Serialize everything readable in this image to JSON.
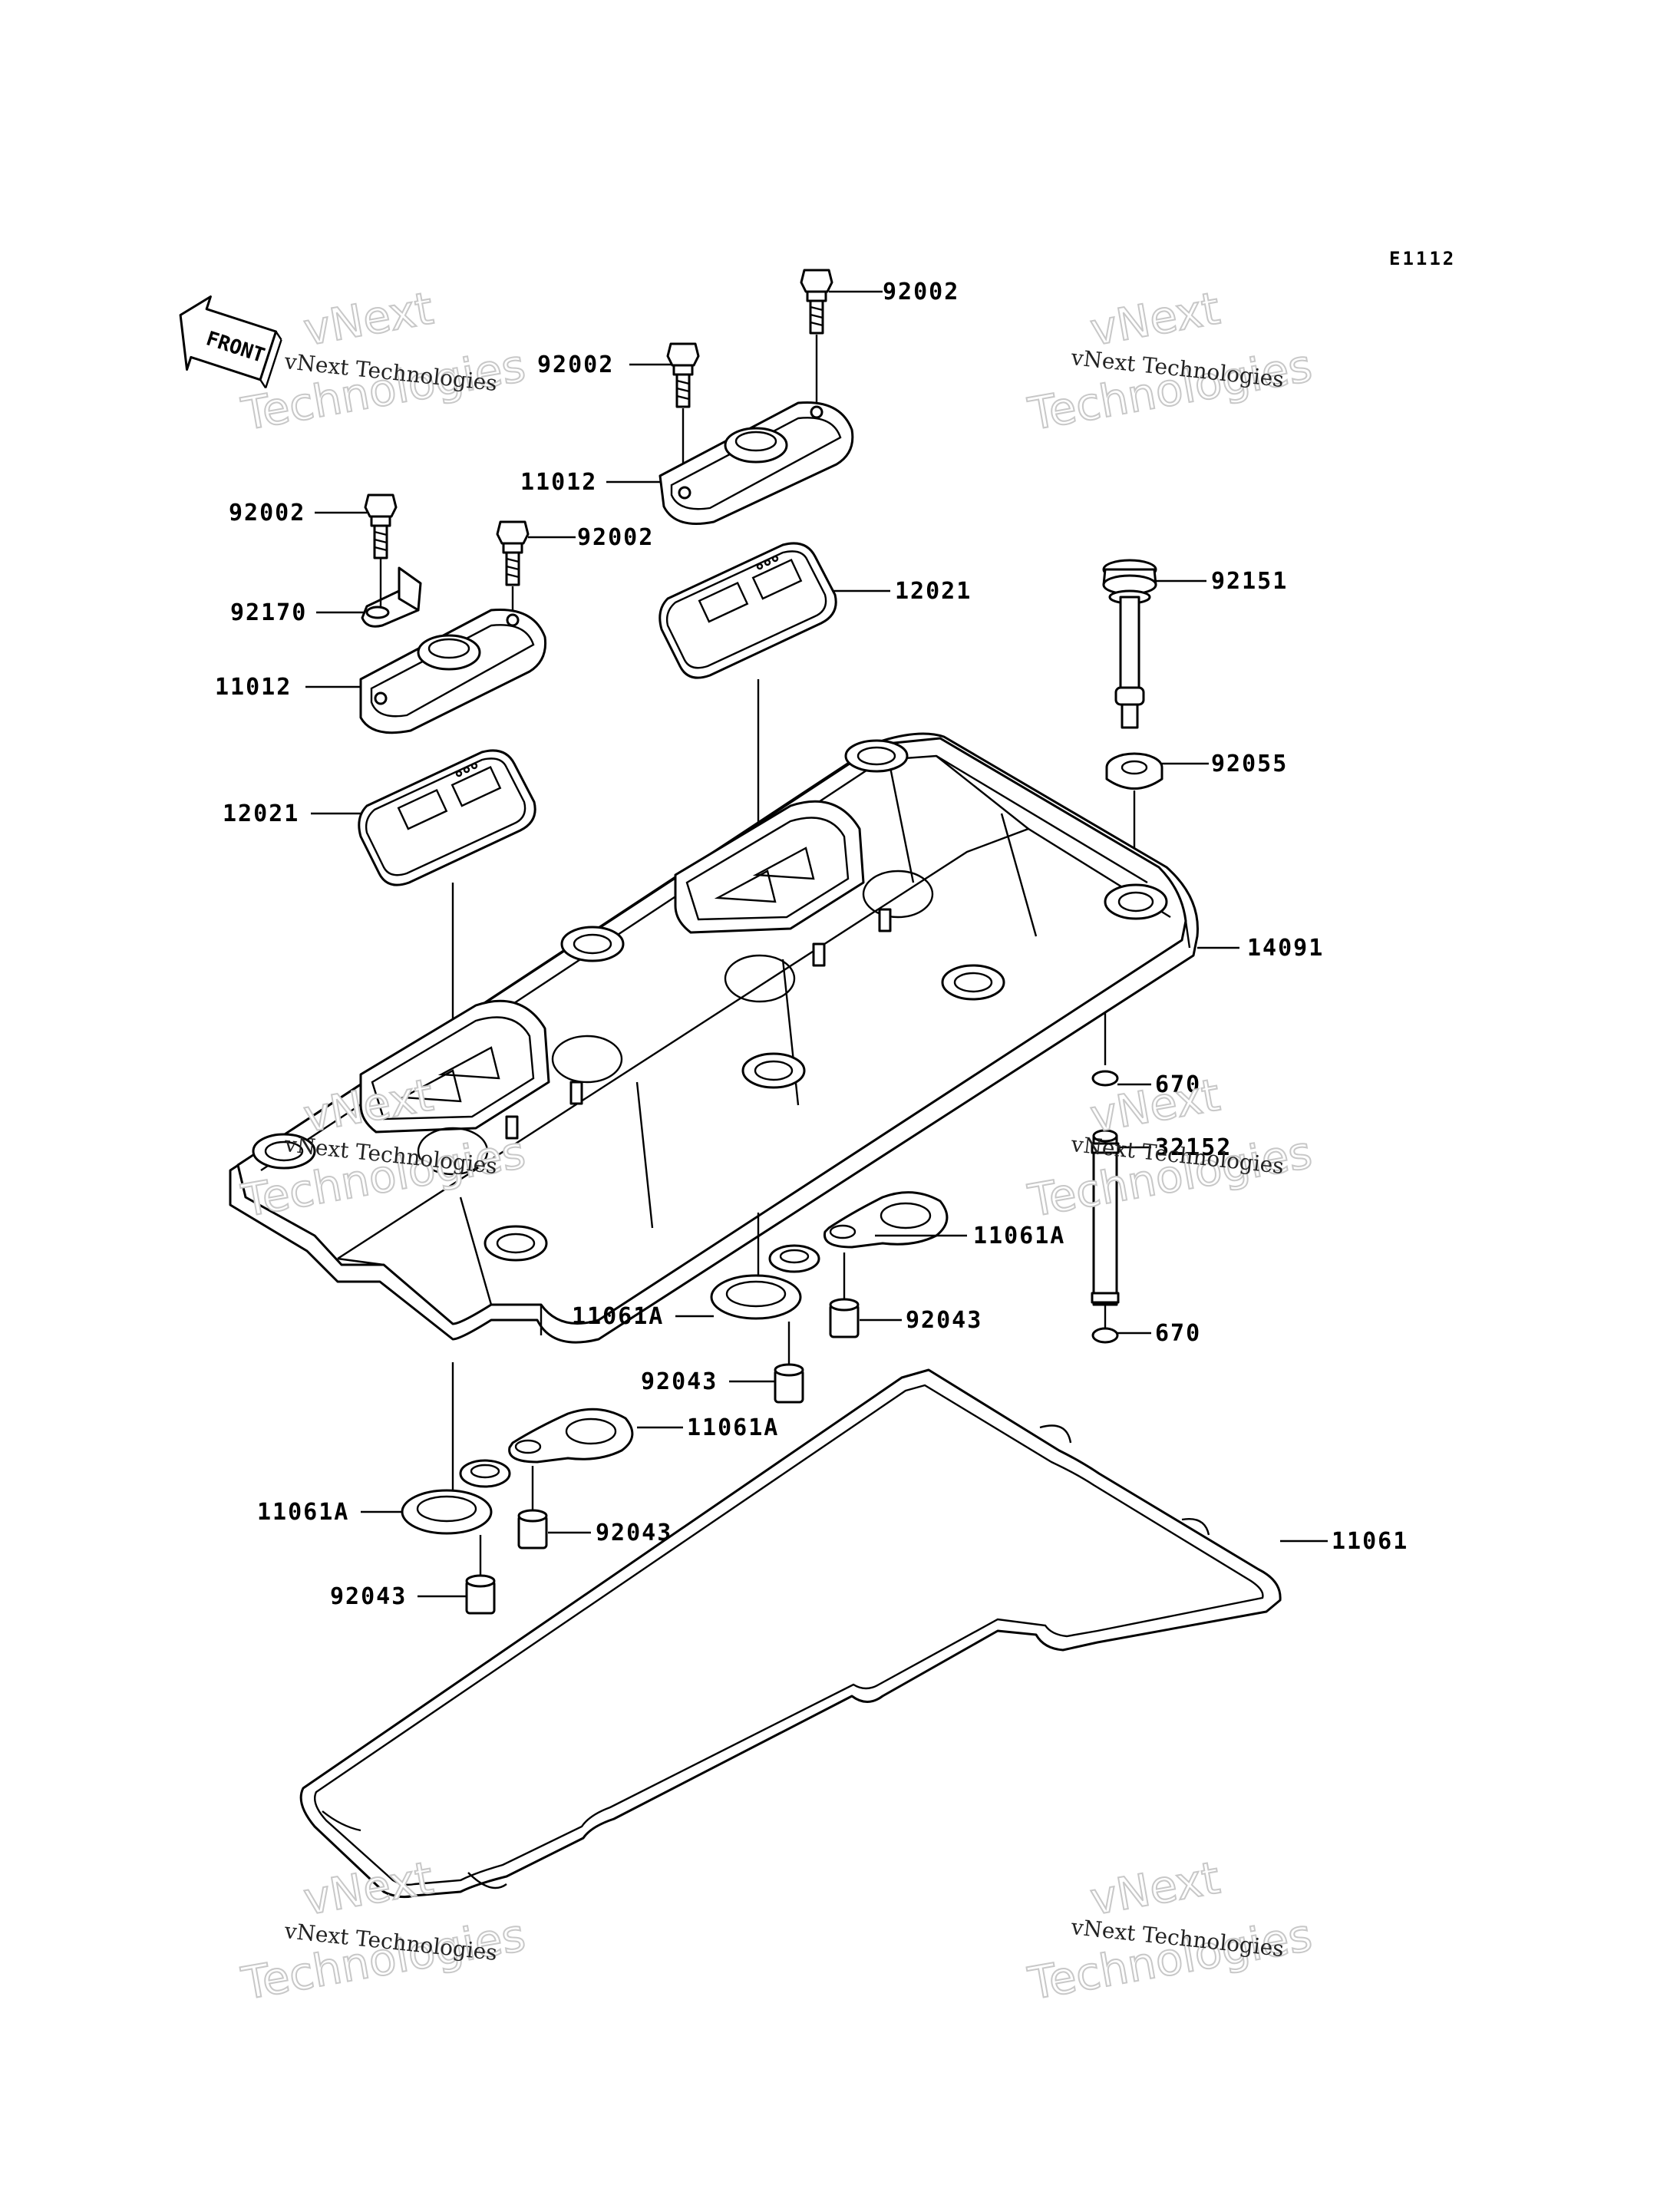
{
  "diagram_code": "E1112",
  "front_label": "FRONT",
  "watermark": {
    "line1": "vNext Technologies",
    "big1": "vNext",
    "big2": "Technologies"
  },
  "callouts": {
    "c92002_top": "92002",
    "c92002_mid": "92002",
    "c11012_right": "11012",
    "c92002_left": "92002",
    "c92002_leftb": "92002",
    "c92170": "92170",
    "c11012_left": "11012",
    "c12021_right": "12021",
    "c12021_left": "12021",
    "c92151": "92151",
    "c92055": "92055",
    "c14091": "14091",
    "c670_top": "670",
    "c32152": "32152",
    "c11061A_a": "11061A",
    "c11061A_b": "11061A",
    "c92043_a": "92043",
    "c92043_b": "92043",
    "c670_bot": "670",
    "c11061A_c": "11061A",
    "c11061A_d": "11061A",
    "c92043_c": "92043",
    "c92043_d": "92043",
    "c11061": "11061"
  }
}
